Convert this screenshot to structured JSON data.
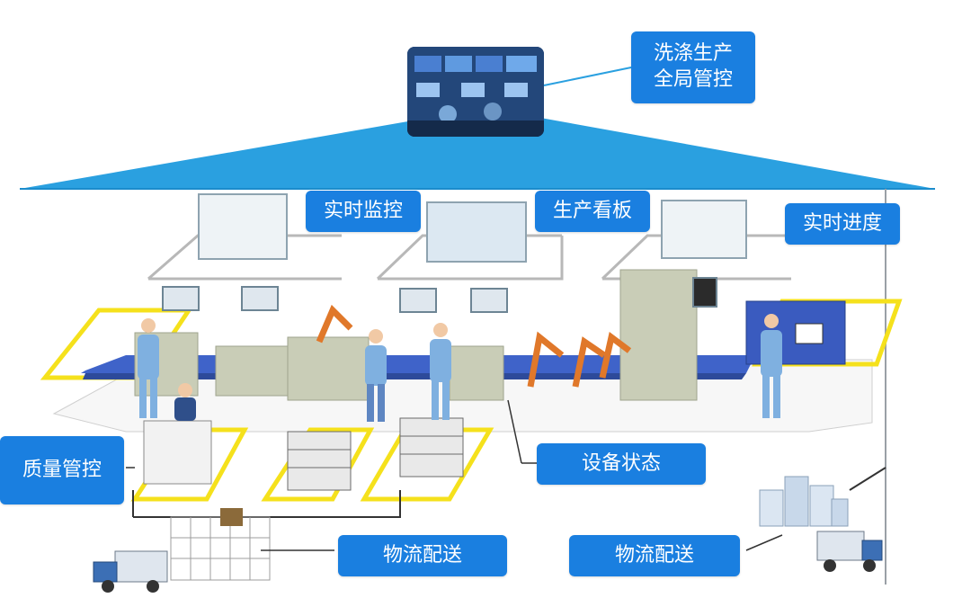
{
  "labels": {
    "global_control": "洗涤生产\n全局管控",
    "realtime_monitor": "实时监控",
    "production_board": "生产看板",
    "realtime_progress": "实时进度",
    "equipment_status": "设备状态",
    "quality_control": "质量管控",
    "logistics_left": "物流配送",
    "logistics_right": "物流配送"
  },
  "colors": {
    "accent": "#1a7fe0",
    "roof": "#2aa0e0",
    "floor_marking": "#f5e11c",
    "conveyor": "#3f63c9",
    "machine": "#c9cdb7",
    "worker": "#7fb0e0"
  },
  "icons": [
    "control-room-photo",
    "truck-icon",
    "building-icon",
    "robot-arm-icon",
    "cart-icon"
  ]
}
